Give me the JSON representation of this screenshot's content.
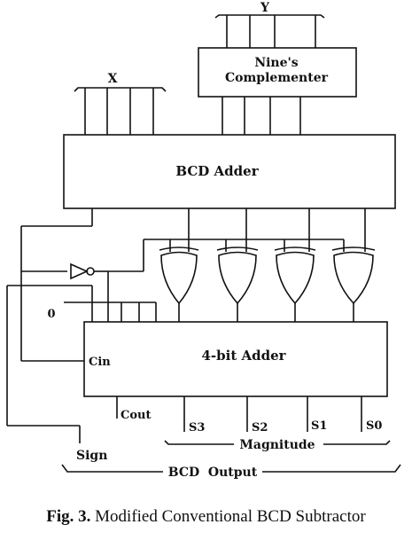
{
  "labels": {
    "y": "Y",
    "x": "X",
    "complementer_line1": "Nine's",
    "complementer_line2": "Complementer",
    "bcd_adder": "BCD Adder",
    "four_bit_adder": "4-bit Adder",
    "zero": "0",
    "cin": "Cin",
    "cout": "Cout",
    "s3": "S3",
    "s2": "S2",
    "s1": "S1",
    "s0": "S0",
    "magnitude": "Magnitude",
    "sign": "Sign",
    "bcd_output": "BCD  Output"
  },
  "caption": {
    "fig": "Fig. 3.",
    "text": " Modified Conventional BCD Subtractor"
  }
}
